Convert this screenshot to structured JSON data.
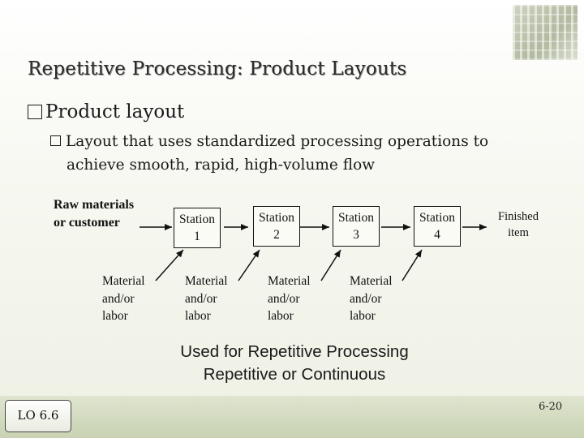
{
  "slide": {
    "title": "Repetitive Processing: Product Layouts",
    "bullet_main": "Product layout",
    "sub_bullet_line1": "Layout that uses standardized processing operations to",
    "sub_bullet_line2": "achieve smooth, rapid, high-volume flow",
    "lo_badge": "LO 6.6",
    "page_number": "6-20"
  },
  "diagram": {
    "input_label_line1": "Raw materials",
    "input_label_line2": "or customer",
    "stations": [
      {
        "line1": "Station",
        "line2": "1"
      },
      {
        "line1": "Station",
        "line2": "2"
      },
      {
        "line1": "Station",
        "line2": "3"
      },
      {
        "line1": "Station",
        "line2": "4"
      }
    ],
    "inputs": [
      {
        "line1": "Material",
        "line2": "and/or",
        "line3": "labor"
      },
      {
        "line1": "Material",
        "line2": "and/or",
        "line3": "labor"
      },
      {
        "line1": "Material",
        "line2": "and/or",
        "line3": "labor"
      },
      {
        "line1": "Material",
        "line2": "and/or",
        "line3": "labor"
      }
    ],
    "output_label_line1": "Finished",
    "output_label_line2": "item"
  },
  "note": {
    "line1": "Used for Repetitive Processing",
    "line2": "Repetitive or Continuous"
  }
}
